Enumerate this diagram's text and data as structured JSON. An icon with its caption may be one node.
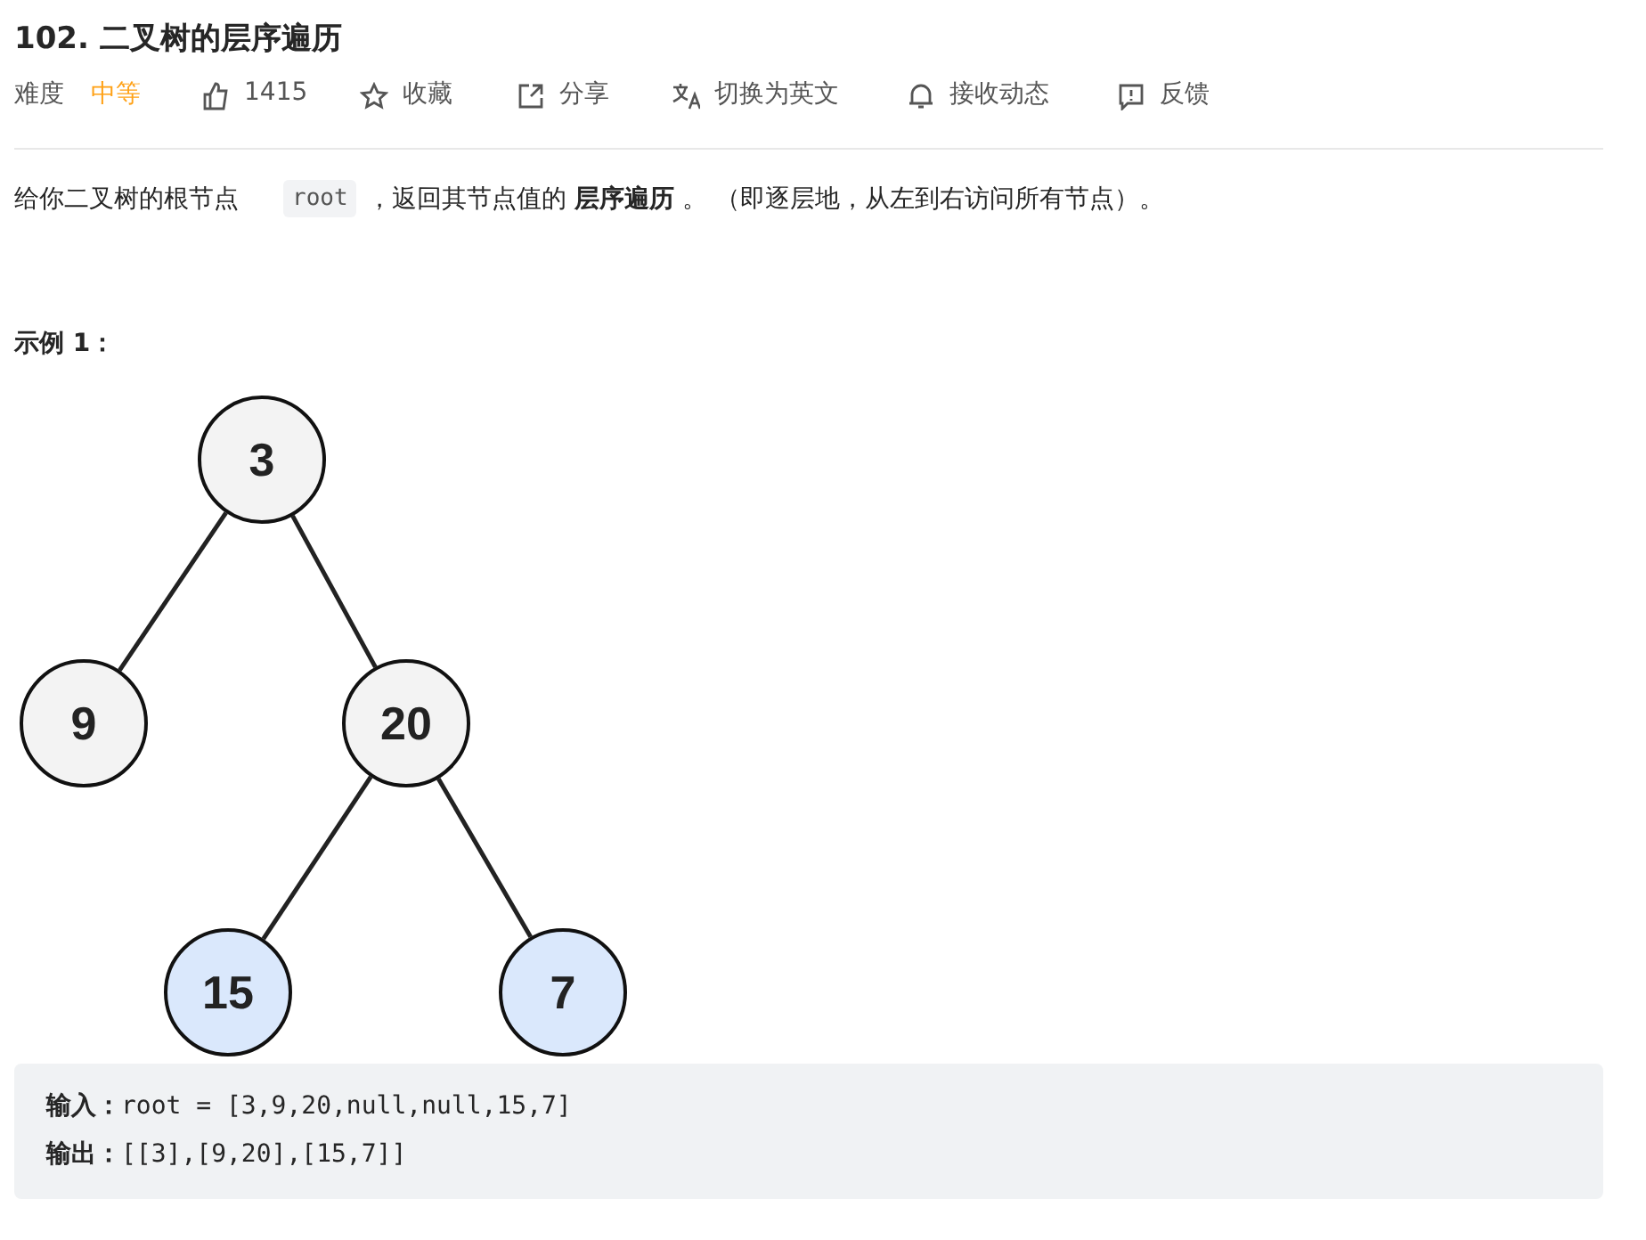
{
  "diagram": {
    "title": "102. 二叉树的层序遍历",
    "nodes": [
      {
        "text": [
          "3"
        ]
      },
      {
        "text": [
          "9"
        ]
      },
      {
        "text": [
          "20"
        ]
      },
      {
        "text": [
          "15"
        ]
      },
      {
        "text": [
          "7"
        ]
      }
    ],
    "edges": [
      {
        "from": 0,
        "to": 1,
        "arrow": "none"
      },
      {
        "from": 0,
        "to": 2,
        "arrow": "none"
      },
      {
        "from": 2,
        "to": 3,
        "arrow": "none"
      },
      {
        "from": 2,
        "to": 4,
        "arrow": "none"
      }
    ],
    "labels": [
      "难度",
      "中等",
      "1415",
      "收藏",
      "分享",
      "切换为英文",
      "接收动态",
      "反馈",
      "给你二叉树的根节点",
      "root",
      "，返回其节点值的 **层序遍历** 。 （即逐层地，从左到右访问所有节点）。",
      "示例 1：",
      "**输入：**root = [3,9,20,null,null,15,7]",
      "**输出：**[[3],[9,20],[15,7]]"
    ]
  }
}
